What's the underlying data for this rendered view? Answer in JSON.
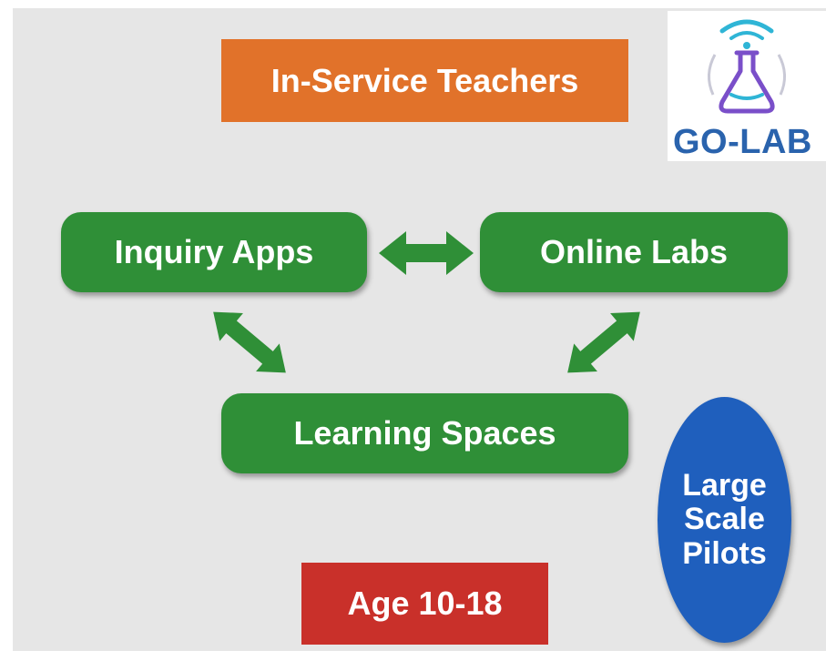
{
  "diagram": {
    "top_box": "In-Service Teachers",
    "inquiry_apps": "Inquiry Apps",
    "online_labs": "Online Labs",
    "learning_spaces": "Learning Spaces",
    "age_box": "Age 10-18",
    "pilots": [
      "Large",
      "Scale",
      "Pilots"
    ]
  },
  "logo": {
    "text": "GO-LAB"
  },
  "colors": {
    "background": "#e6e6e6",
    "orange": "#e1722a",
    "green": "#2f8f37",
    "red": "#c9302a",
    "blue": "#1f5fbd",
    "logo_blue": "#2a63ad",
    "logo_purple": "#7a4fc9",
    "logo_cyan": "#2fb5d6"
  }
}
